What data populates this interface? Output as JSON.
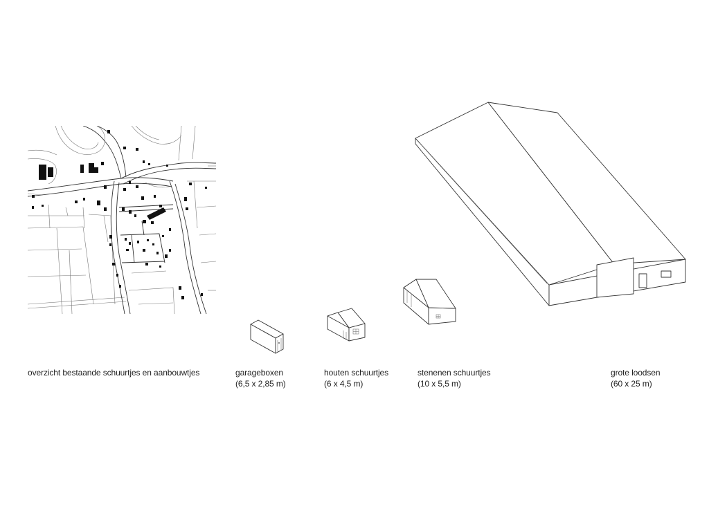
{
  "labels": {
    "overview": "overzicht bestaande schuurtjes en aanbouwtjes",
    "garage": {
      "name": "garageboxen",
      "size": "(6,5 x 2,85 m)"
    },
    "wooden": {
      "name": "houten schuurtjes",
      "size": "(6 x 4,5 m)"
    },
    "stone": {
      "name": "stenenen schuurtjes",
      "size": "(10 x 5,5 m)"
    },
    "barn": {
      "name": "grote loodsen",
      "size": "(60 x 25 m)"
    }
  },
  "colors": {
    "line": "#333333",
    "building": "#111111",
    "background": "#ffffff"
  }
}
